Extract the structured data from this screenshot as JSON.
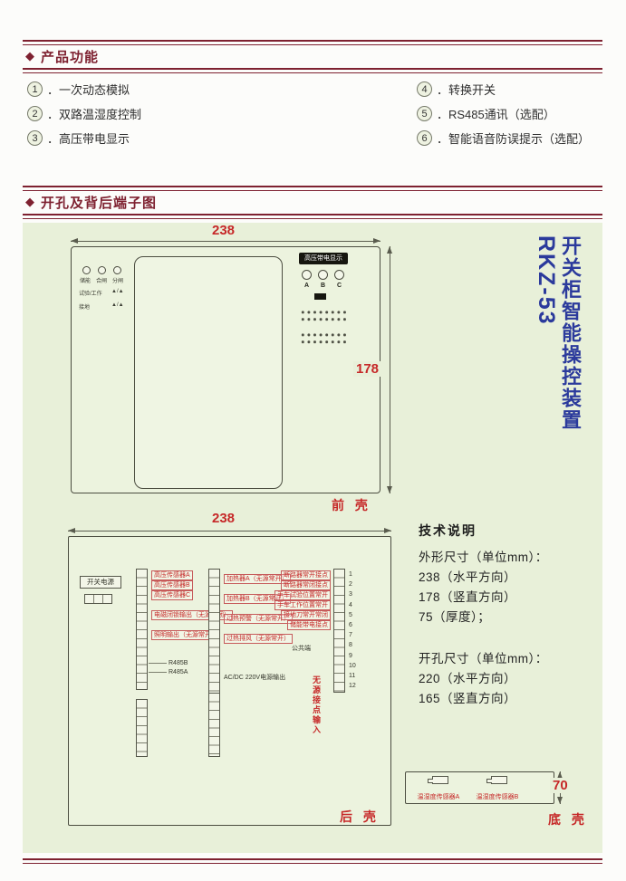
{
  "page": {
    "diamond": "◆",
    "features_title": "产品功能",
    "diagram_title": "开孔及背后端子图"
  },
  "features": [
    {
      "num": "1",
      "text": "．一次动态模拟"
    },
    {
      "num": "2",
      "text": "．双路温湿度控制"
    },
    {
      "num": "3",
      "text": "．高压带电显示"
    },
    {
      "num": "4",
      "text": "．转换开关"
    },
    {
      "num": "5",
      "text": "．RS485通讯（选配）"
    },
    {
      "num": "6",
      "text": "．智能语音防误提示（选配）"
    }
  ],
  "front": {
    "dim_w": "238",
    "dim_h": "178",
    "label": "前 壳",
    "hv_title": "高压带电显示",
    "phase_a": "A",
    "phase_b": "B",
    "phase_c": "C",
    "ind_1": "储能",
    "ind_2": "合闸",
    "ind_3": "分闸",
    "row1_label": "试验/工作",
    "row1_sym": "▲/▲",
    "row2_label": "接地",
    "row2_sym": "▲/▲"
  },
  "back": {
    "dim_w": "238",
    "label": "后 壳",
    "power": "开关电源",
    "s1_1": "高压传感器A",
    "s1_2": "高压传感器B",
    "s1_3": "高压传感器C",
    "s1_4": "电磁闭锁输出（无源常闭）",
    "s1_5": "照明输出（无源常开）",
    "rs1": "R485B",
    "rs2": "R485A",
    "s2_1": "加热器A（无源常开）",
    "s2_2": "加热器B（无源常开）",
    "s2_3": "过热预警（无源常开）",
    "s2_4": "过热排风（无源常开）",
    "pwr_out": "AC/DC 220V电源输出",
    "s3_1": "断路器常开接点",
    "s3_2": "断路器常闭接点",
    "s3_3": "手车试验位置常开",
    "s3_4": "手车工作位置常开",
    "s3_5": "接地刀常开常闭",
    "s3_6": "储能带电接点",
    "common": "公共端",
    "passive": "无源接点输入",
    "nums": "1 2 3 4 5 6 7 8 9 10 11 12"
  },
  "tech": {
    "title": "技术说明",
    "l1": "外形尺寸（单位mm）：",
    "l2": "238（水平方向）",
    "l3": "178（竖直方向）",
    "l4": "75（厚度）；",
    "l5": "开孔尺寸（单位mm）：",
    "l6": "220（水平方向）",
    "l7": "165（竖直方向）"
  },
  "side": {
    "model": "RKZ-53",
    "name": "开关柜智能操控装置"
  },
  "bottom": {
    "label": "底 壳",
    "dim": "70",
    "sensor_a": "温湿度传感器A",
    "sensor_b": "温湿度传感器B"
  }
}
